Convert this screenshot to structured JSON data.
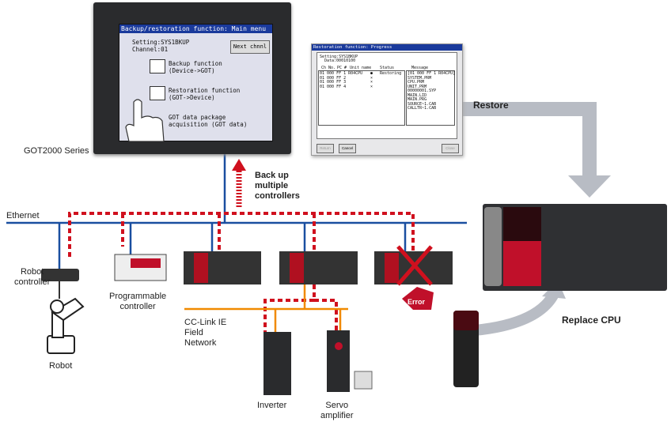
{
  "got": {
    "series_label": "GOT2000 Series",
    "screen_title": "Backup/restoration function: Main menu",
    "setting": "Setting:SYS1BKUP",
    "channel": "Channel:01",
    "next_button": "Next chnnl",
    "backup_function": "Backup function",
    "backup_sub": "(Device->GOT)",
    "restoration_function": "Restoration function",
    "restoration_sub": "(GOT->Device)",
    "package_function": "GOT data package",
    "package_sub": "acquisition (GOT data)"
  },
  "progress": {
    "title": "Restoration function: Progress",
    "setting": "Setting:SYS1BKUP",
    "data": "Data:00010100",
    "headers": [
      "Ch No.",
      "PC #",
      "Unit name",
      "Status",
      "Message"
    ],
    "rows": [
      {
        "ch": "01 000 FF 1 R04CPU",
        "status_mark": "●",
        "status": "Restoring"
      },
      {
        "ch": "01 000 FF 2",
        "status_mark": "×",
        "status": ""
      },
      {
        "ch": "01 000 FF 3",
        "status_mark": "×",
        "status": ""
      },
      {
        "ch": "01 000 FF 4",
        "status_mark": "×",
        "status": ""
      }
    ],
    "messages": [
      "[01 000 FF 1 R04CPU]",
      "SYSTEM.PRM",
      "CPU.PRM",
      "UNIT.PRM",
      "00000001.SYP",
      "MAIN.LID",
      "MAIN.PRG",
      "SOURCE~1.CAB",
      "CALLTR~1.CAB"
    ],
    "buttons": {
      "return": "Return",
      "cancel": "Cancel",
      "close": "Close"
    }
  },
  "labels": {
    "restore": "Restore",
    "backup": "Back up\nmultiple\ncontrollers",
    "ethernet": "Ethernet",
    "robot_controller": "Robot\ncontroller",
    "robot": "Robot",
    "programmable_controller": "Programmable\ncontroller",
    "cclink": "CC-Link IE\nField\nNetwork",
    "inverter": "Inverter",
    "servo": "Servo\namplifier",
    "replace_cpu": "Replace CPU",
    "error": "Error"
  },
  "colors": {
    "ethernet": "#1a4fa0",
    "cclink": "#f08a00",
    "dashed": "#d0101e",
    "arrow_gray": "#b8bcc4"
  }
}
